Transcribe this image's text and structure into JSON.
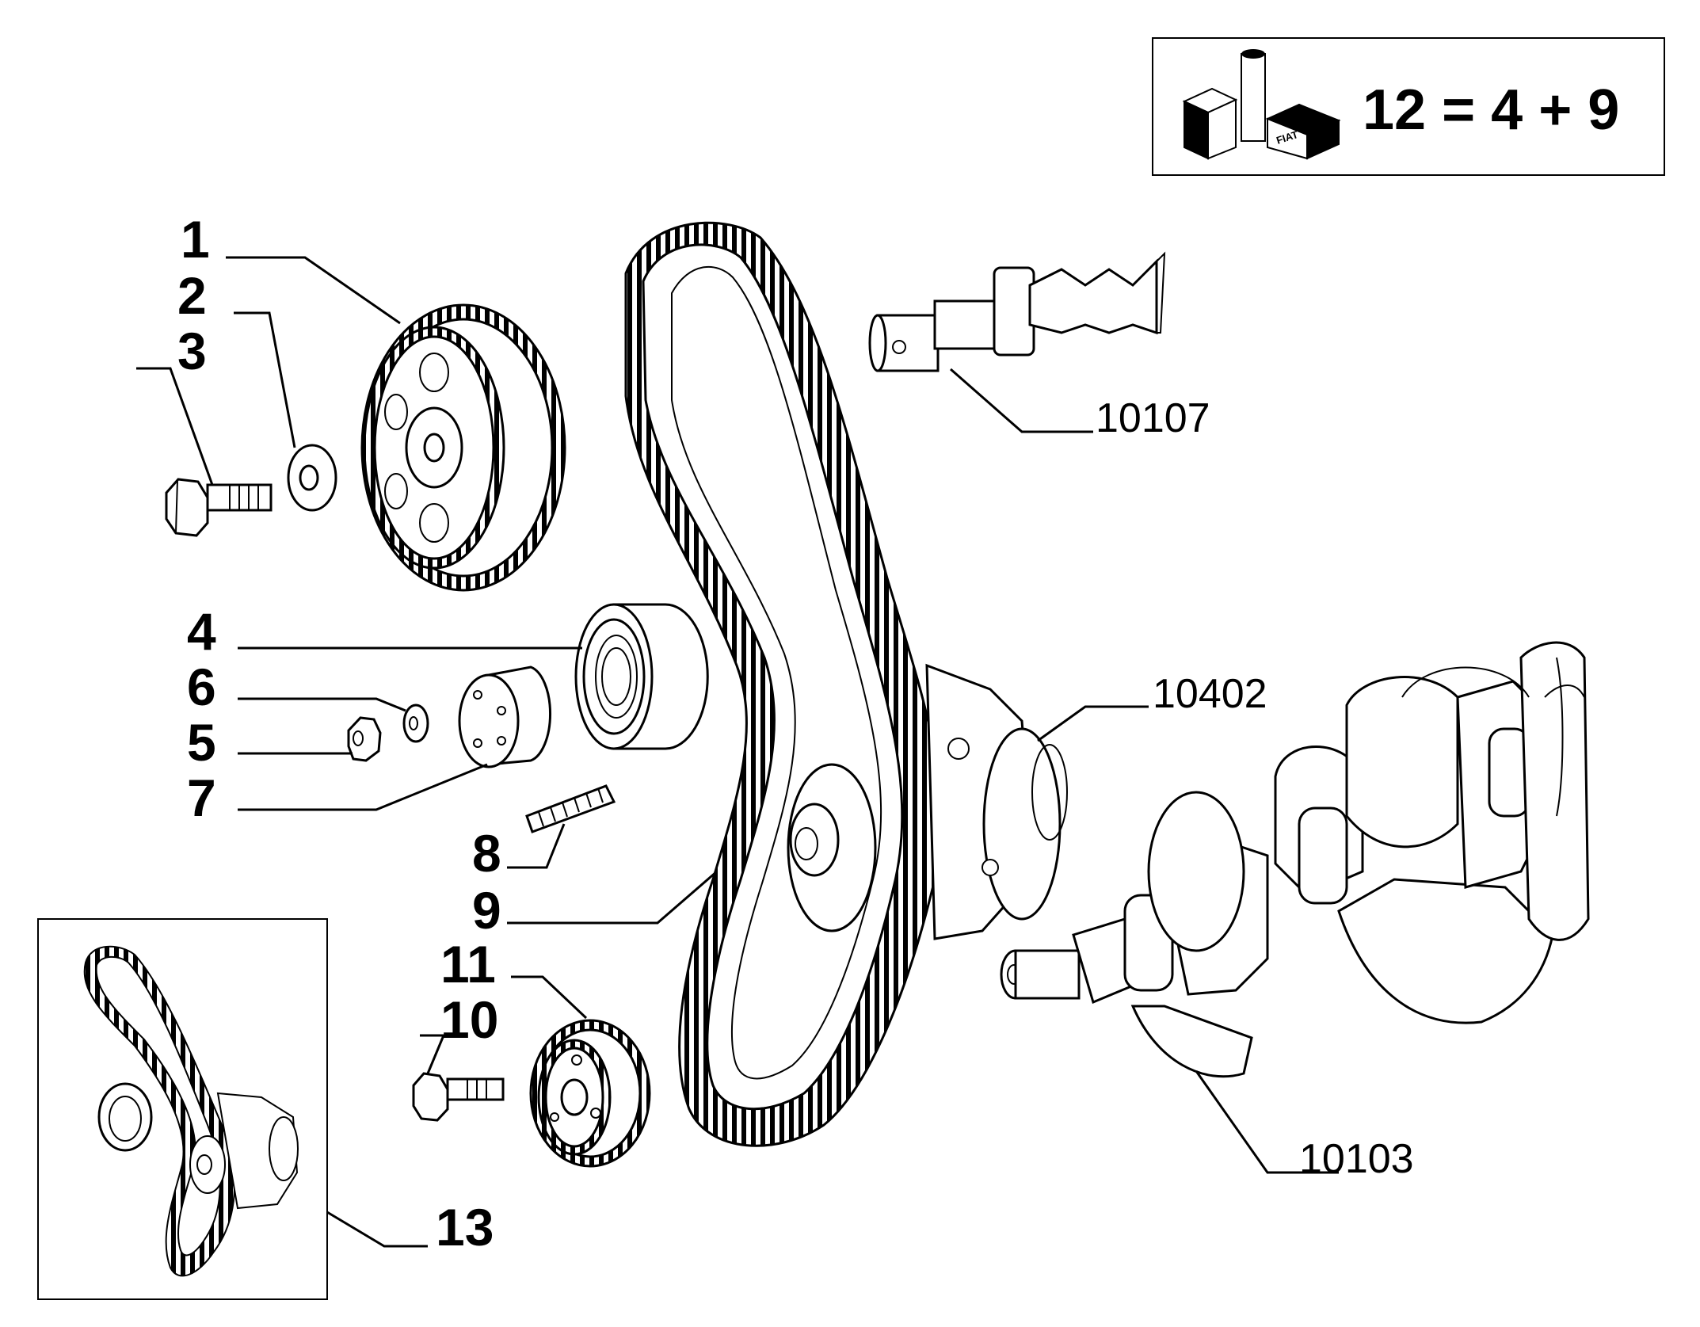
{
  "callouts": {
    "c1": "1",
    "c2": "2",
    "c3": "3",
    "c4": "4",
    "c5": "5",
    "c6": "6",
    "c7": "7",
    "c8": "8",
    "c9": "9",
    "c10": "10",
    "c11": "11",
    "c13": "13"
  },
  "group_refs": {
    "camshaft": "10107",
    "oil_pump": "10402",
    "crankshaft": "10103"
  },
  "kit_box": {
    "formula": "12 = 4 + 9",
    "brand_word": "FIAT"
  }
}
